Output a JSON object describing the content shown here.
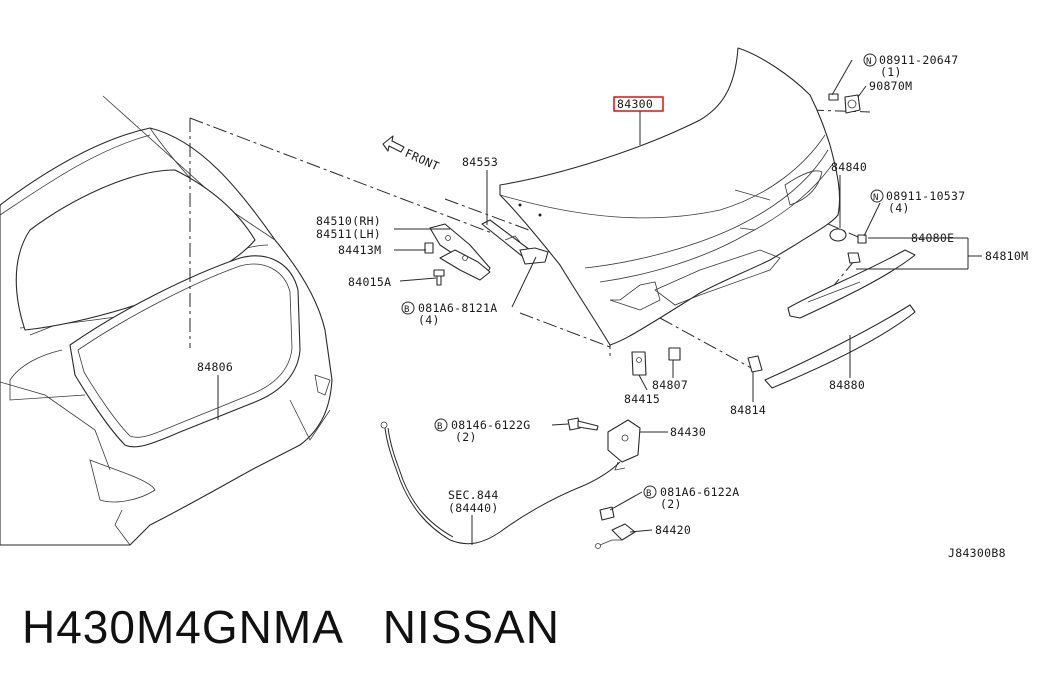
{
  "diagram": {
    "labels": {
      "p84300": "84300",
      "p08911_20647": "08911-20647",
      "p08911_20647_qty": "(1)",
      "p90870M": "90870M",
      "front": "FRONT",
      "p84553": "84553",
      "p84840": "84840",
      "p08911_10537": "08911-10537",
      "p08911_10537_qty": "(4)",
      "p84510": "84510(RH)",
      "p84511": "84511(LH)",
      "p84413M": "84413M",
      "p84080E": "84080E",
      "p84810M": "84810M",
      "p84015A": "84015A",
      "p081A6_8121A": "081A6-8121A",
      "p081A6_8121A_qty": "(4)",
      "p84806": "84806",
      "p84807": "84807",
      "p84415": "84415",
      "p84814": "84814",
      "p84880": "84880",
      "p08146_6122G": "08146-6122G",
      "p08146_6122G_qty": "(2)",
      "p84430": "84430",
      "sec844": "SEC.844",
      "p84440": "(84440)",
      "p081A6_6122A": "081A6-6122A",
      "p081A6_6122A_qty": "(2)",
      "p84420": "84420",
      "diagram_code": "J84300B8"
    },
    "prefix_symbols": {
      "n": "N",
      "b": "B"
    },
    "highlight_color": "#d40000"
  },
  "caption": {
    "part_code": "H430M4GNMA",
    "brand": "NISSAN"
  }
}
